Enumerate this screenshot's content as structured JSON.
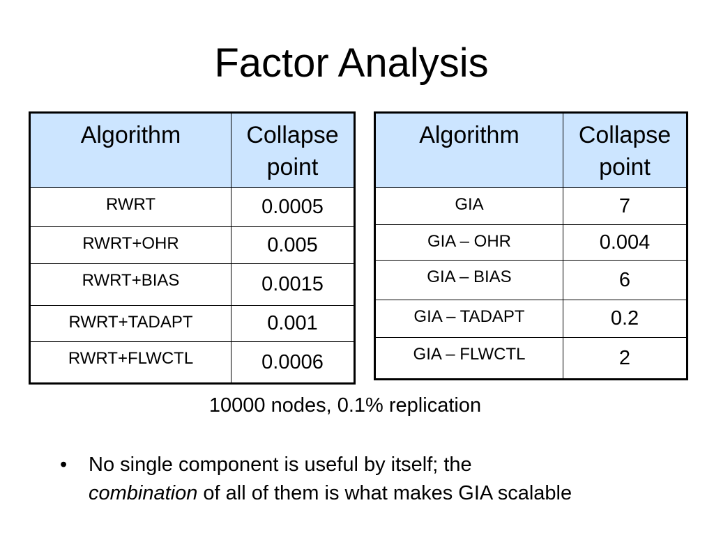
{
  "slide": {
    "title": "Factor Analysis",
    "caption": "10000 nodes, 0.1% replication",
    "bullet": {
      "marker": "•",
      "line1": "No single component is useful by itself; the",
      "emphasis": "combination",
      "line2_rest": " of all of them is what makes GIA scalable"
    }
  },
  "tables": {
    "left": {
      "headers": [
        "Algorithm",
        "Collapse point"
      ],
      "rows": [
        {
          "algorithm": "RWRT",
          "collapse": "0.0005"
        },
        {
          "algorithm": "RWRT+OHR",
          "collapse": "0.005"
        },
        {
          "algorithm": "RWRT+BIAS",
          "collapse": "0.0015"
        },
        {
          "algorithm": "RWRT+TADAPT",
          "collapse": "0.001"
        },
        {
          "algorithm": "RWRT+FLWCTL",
          "collapse": "0.0006"
        }
      ]
    },
    "right": {
      "headers": [
        "Algorithm",
        "Collapse point"
      ],
      "rows": [
        {
          "algorithm": "GIA",
          "collapse": "7"
        },
        {
          "algorithm": "GIA – OHR",
          "collapse": "0.004"
        },
        {
          "algorithm": "GIA – BIAS",
          "collapse": "6"
        },
        {
          "algorithm": "GIA – TADAPT",
          "collapse": "0.2"
        },
        {
          "algorithm": "GIA – FLWCTL",
          "collapse": "2"
        }
      ]
    }
  },
  "colors": {
    "header_background": "#cce5ff",
    "border": "#000000"
  }
}
